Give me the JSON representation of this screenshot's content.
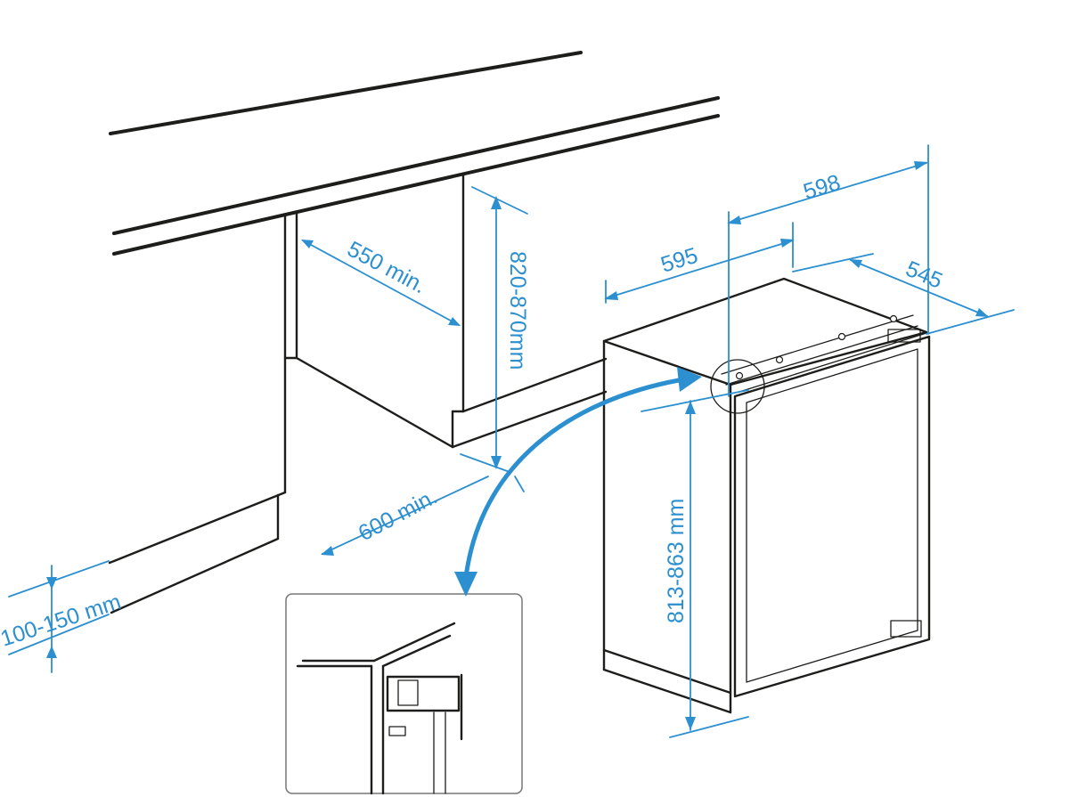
{
  "colors": {
    "dimension": "#2b8fd0",
    "line": "#1d1d1b",
    "background": "#ffffff"
  },
  "dimensions": {
    "niche_depth": "550 min.",
    "niche_height": "820-870mm",
    "floor_depth": "600 min.",
    "plinth_height": "100-150 mm",
    "appliance_width_front": "595",
    "appliance_width_top": "598",
    "appliance_depth": "545",
    "appliance_height": "813-863 mm"
  }
}
